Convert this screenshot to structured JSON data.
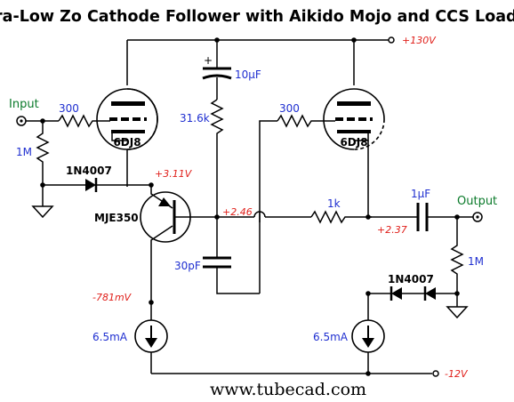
{
  "title": "Ultra-Low Zo Cathode Follower with Aikido Mojo and CCS Loading",
  "website": "www.tubecad.com",
  "colors": {
    "value_blue": "#1f2fd0",
    "voltage_red": "#e0201b",
    "port_green": "#0a7a2a"
  },
  "ports": {
    "input": "Input",
    "output": "Output"
  },
  "rails": {
    "positive": "+130V",
    "negative": "-12V"
  },
  "tubes": [
    {
      "type": "6DJ8"
    },
    {
      "type": "6DJ8"
    }
  ],
  "transistor": "MJE350",
  "diodes": {
    "input_diode": "1N4007",
    "output_diode": "1N4007"
  },
  "components": {
    "r_input_grid": "300",
    "r_input_ground": "1M",
    "c_bypass": "10µF",
    "r_divider": "31.6k",
    "r_right_grid": "300",
    "c_bottom": "30pF",
    "r_series": "1k",
    "c_output": "1µF",
    "r_output": "1M",
    "ccs_left": "6.5mA",
    "ccs_right": "6.5mA"
  },
  "voltages": {
    "v_cathode_left": "+3.11V",
    "v_mid": "+2.46",
    "v_out": "+2.37",
    "v_emitter": "-781mV"
  }
}
